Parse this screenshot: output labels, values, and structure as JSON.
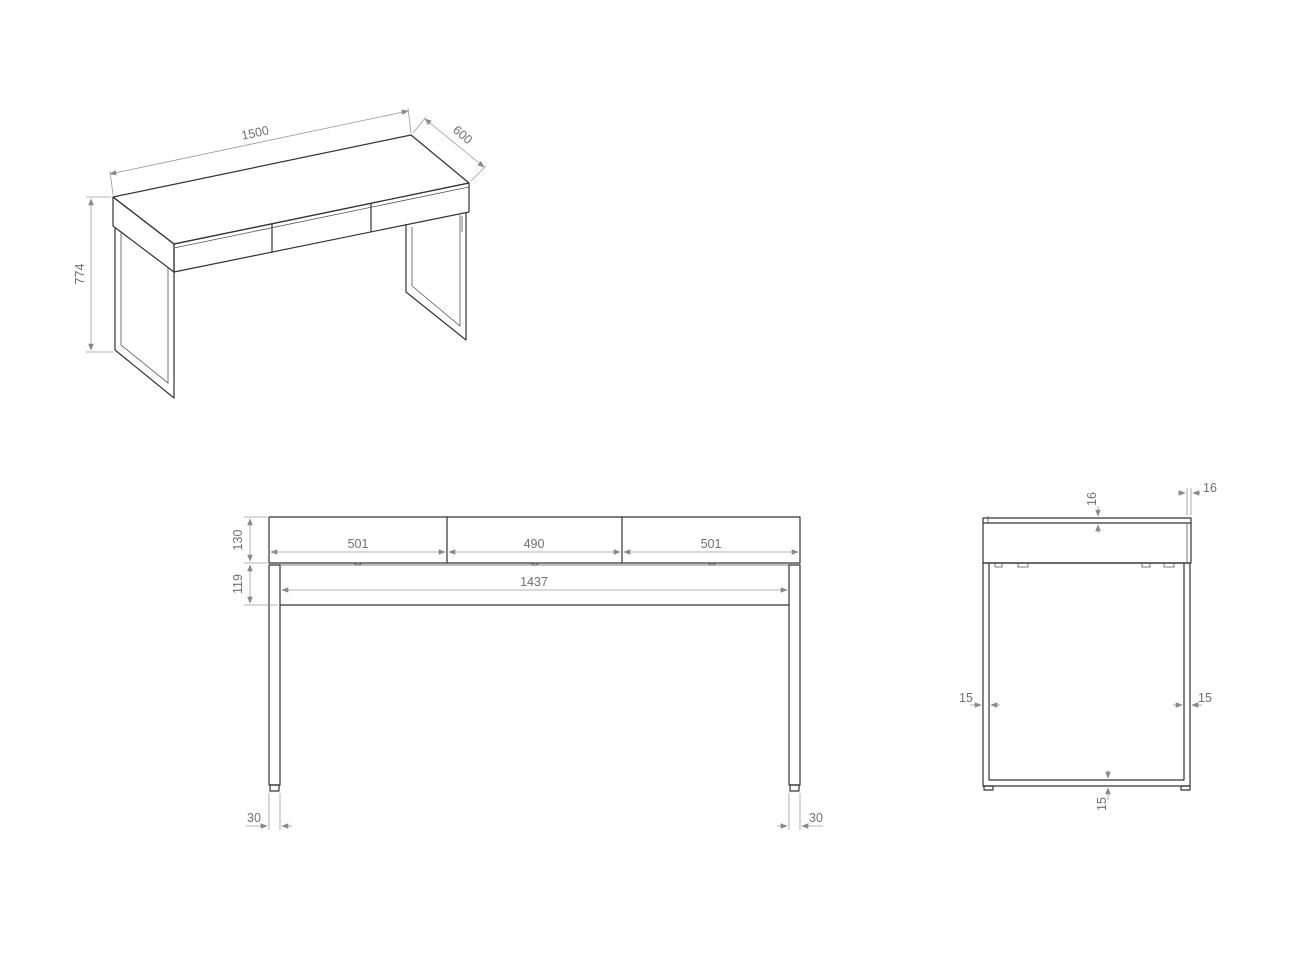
{
  "views": {
    "iso": {
      "width": "1500",
      "depth": "600",
      "height": "774"
    },
    "front": {
      "drawer_height": "130",
      "drawer_left": "501",
      "drawer_middle": "490",
      "drawer_right": "501",
      "apron_height": "119",
      "inner_span": "1437",
      "leg_left": "30",
      "leg_right": "30"
    },
    "side": {
      "top_thickness": "16",
      "overhang": "16",
      "leg_left": "15",
      "leg_right": "15",
      "foot_bar": "15"
    }
  },
  "colors": {
    "object_line": "#333333",
    "dimension_line": "#9a9a9a",
    "dimension_text": "#707070"
  }
}
